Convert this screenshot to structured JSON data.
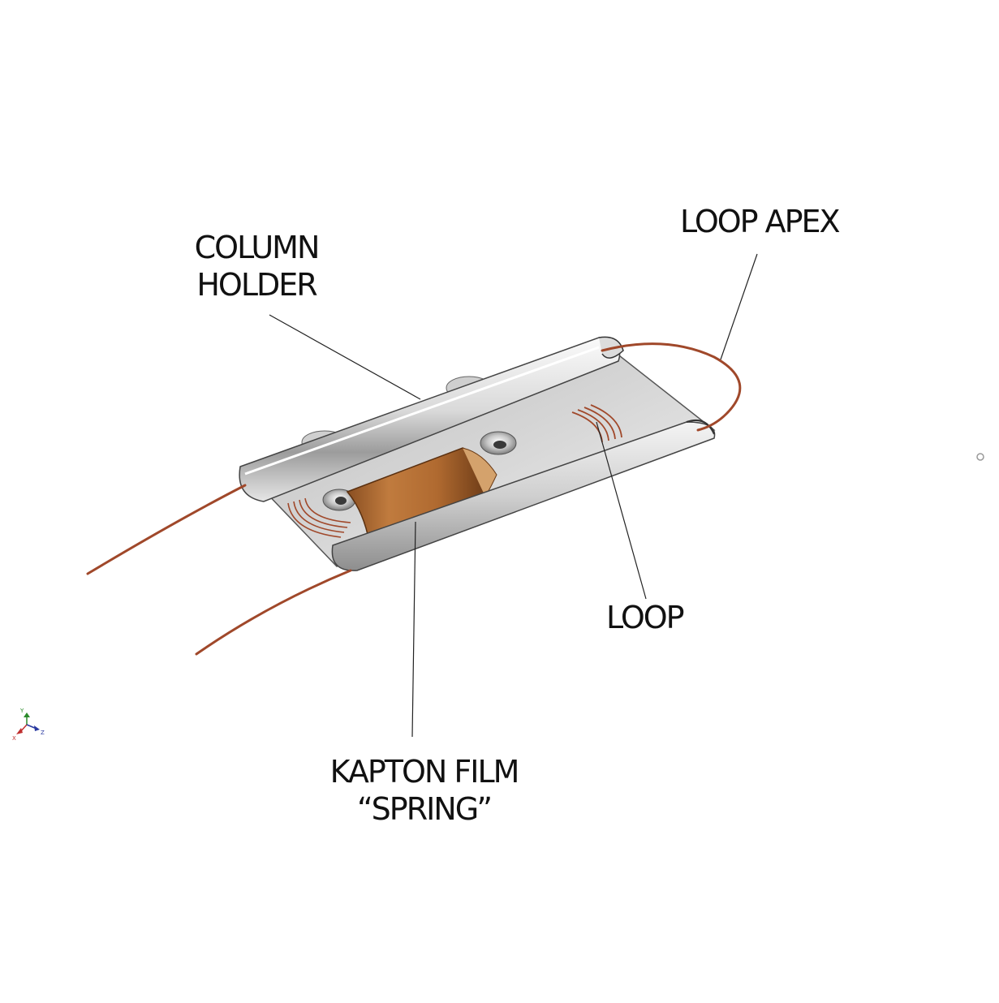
{
  "labels": {
    "column_holder": [
      "COLUMN",
      "HOLDER"
    ],
    "loop_apex": "LOOP APEX",
    "loop": "LOOP",
    "kapton_film_spring": [
      "KAPTON FILM",
      "“SPRING”"
    ]
  },
  "axis_triad": {
    "x": "X",
    "y": "Y",
    "z": "Z"
  },
  "colors": {
    "wire": "#a0482a",
    "kapton": "#b8733a",
    "metal_light": "#eeeeee",
    "metal_dark": "#7a7a7a",
    "leader": "#222222",
    "text": "#111111"
  }
}
